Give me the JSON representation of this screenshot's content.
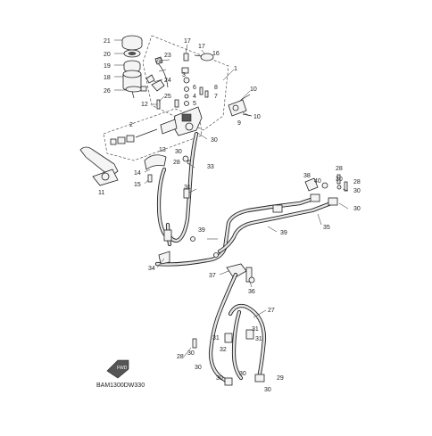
{
  "diagram_code": "BAM1300DW330",
  "front_badge": "FWD",
  "callouts": [
    {
      "id": "c21",
      "text": "21"
    },
    {
      "id": "c20",
      "text": "20"
    },
    {
      "id": "c19",
      "text": "19"
    },
    {
      "id": "c18",
      "text": "18"
    },
    {
      "id": "c26",
      "text": "26"
    },
    {
      "id": "c22",
      "text": "22"
    },
    {
      "id": "c23",
      "text": "23"
    },
    {
      "id": "c24",
      "text": "24"
    },
    {
      "id": "c25",
      "text": "25"
    },
    {
      "id": "c17a",
      "text": "17"
    },
    {
      "id": "c17b",
      "text": "17"
    },
    {
      "id": "c16",
      "text": "16"
    },
    {
      "id": "c3",
      "text": "3"
    },
    {
      "id": "c6",
      "text": "6"
    },
    {
      "id": "c4",
      "text": "4"
    },
    {
      "id": "c5",
      "text": "5"
    },
    {
      "id": "c1",
      "text": "1"
    },
    {
      "id": "c8",
      "text": "8"
    },
    {
      "id": "c7",
      "text": "7"
    },
    {
      "id": "c10",
      "text": "10"
    },
    {
      "id": "c9",
      "text": "9"
    },
    {
      "id": "c10b",
      "text": "10"
    },
    {
      "id": "c12",
      "text": "12"
    },
    {
      "id": "c2",
      "text": "2"
    },
    {
      "id": "c13",
      "text": "13"
    },
    {
      "id": "c30a",
      "text": "30"
    },
    {
      "id": "c30b",
      "text": "30"
    },
    {
      "id": "c28a",
      "text": "28"
    },
    {
      "id": "c33",
      "text": "33"
    },
    {
      "id": "c14",
      "text": "14"
    },
    {
      "id": "c15",
      "text": "15"
    },
    {
      "id": "c11",
      "text": "11"
    },
    {
      "id": "c31a",
      "text": "31"
    },
    {
      "id": "c38",
      "text": "38"
    },
    {
      "id": "c40",
      "text": "40"
    },
    {
      "id": "c28b",
      "text": "28"
    },
    {
      "id": "c30c",
      "text": "30"
    },
    {
      "id": "c28c",
      "text": "28"
    },
    {
      "id": "c30d",
      "text": "30"
    },
    {
      "id": "c30e",
      "text": "30"
    },
    {
      "id": "c39a",
      "text": "39"
    },
    {
      "id": "c39b",
      "text": "39"
    },
    {
      "id": "c35",
      "text": "35"
    },
    {
      "id": "c34",
      "text": "34"
    },
    {
      "id": "c37",
      "text": "37"
    },
    {
      "id": "c36",
      "text": "36"
    },
    {
      "id": "c27",
      "text": "27"
    },
    {
      "id": "c31b",
      "text": "31"
    },
    {
      "id": "c31c",
      "text": "31"
    },
    {
      "id": "c32",
      "text": "32"
    },
    {
      "id": "c31d",
      "text": "31"
    },
    {
      "id": "c28d",
      "text": "28"
    },
    {
      "id": "c30f",
      "text": "30"
    },
    {
      "id": "c30g",
      "text": "30"
    },
    {
      "id": "c30h",
      "text": "30"
    },
    {
      "id": "c30i",
      "text": "30"
    },
    {
      "id": "c30j",
      "text": "30"
    },
    {
      "id": "c29",
      "text": "29"
    }
  ]
}
